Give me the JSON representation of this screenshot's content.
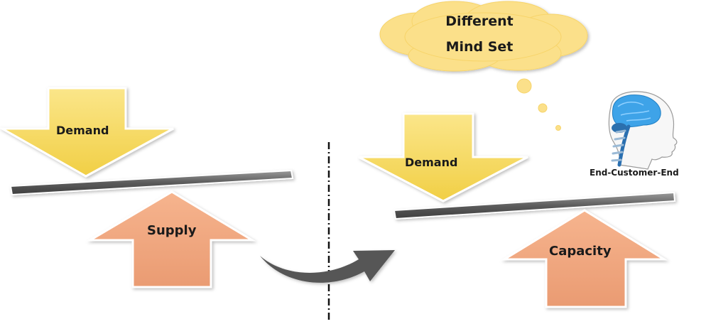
{
  "left_panel": {
    "demand_label": "Demand",
    "supply_label": "Supply"
  },
  "right_panel": {
    "demand_label": "Demand",
    "capacity_label": "Capacity"
  },
  "thought_cloud": {
    "line1": "Different",
    "line2": "Mind Set"
  },
  "customer": {
    "label": "End-Customer-End",
    "icon": "human-head-brain-icon"
  },
  "colors": {
    "demand_arrow": "#f5d85a",
    "supply_arrow": "#f0a37a",
    "beam": "#6b6b6b",
    "cloud": "#fbe08a",
    "transition_arrow": "#555555"
  }
}
